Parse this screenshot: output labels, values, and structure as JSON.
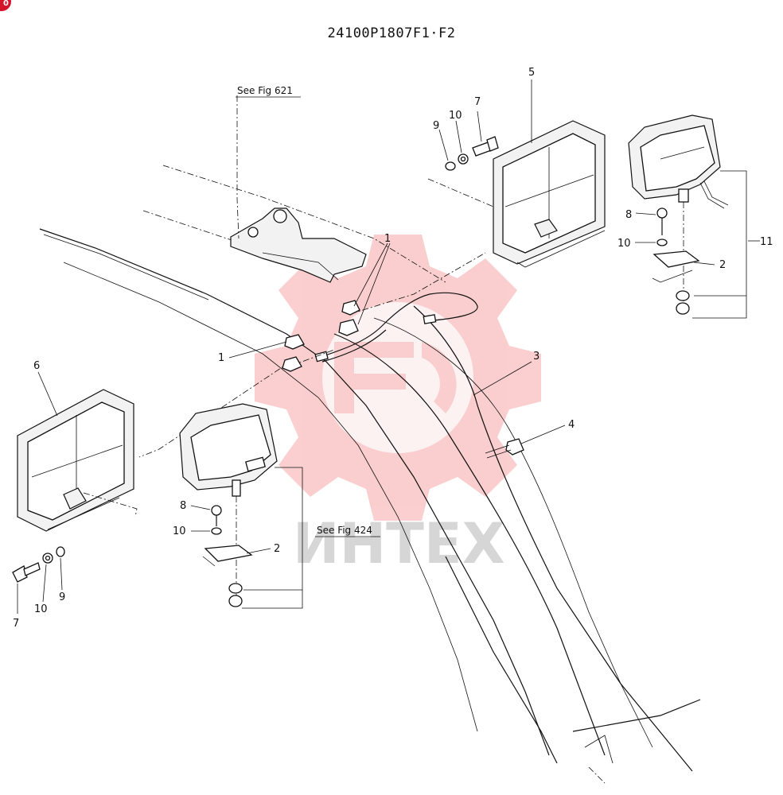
{
  "badge": "0",
  "title": "24100P1807F1·F2",
  "references": {
    "fig621": "See Fig 621",
    "fig424": "See Fig 424"
  },
  "callouts": {
    "c1a": "1",
    "c1b": "1",
    "c2a": "2",
    "c2b": "2",
    "c3": "3",
    "c4": "4",
    "c5": "5",
    "c6": "6",
    "c7a": "7",
    "c7b": "7",
    "c8a": "8",
    "c8b": "8",
    "c9a": "9",
    "c9b": "9",
    "c10a": "10",
    "c10b": "10",
    "c10c": "10",
    "c10d": "10",
    "c11": "11"
  },
  "watermark": {
    "text": "ИНТЕХ",
    "logo_color": "#f7a7a7"
  },
  "colors": {
    "ink": "#111111",
    "badge": "#d4132a"
  }
}
